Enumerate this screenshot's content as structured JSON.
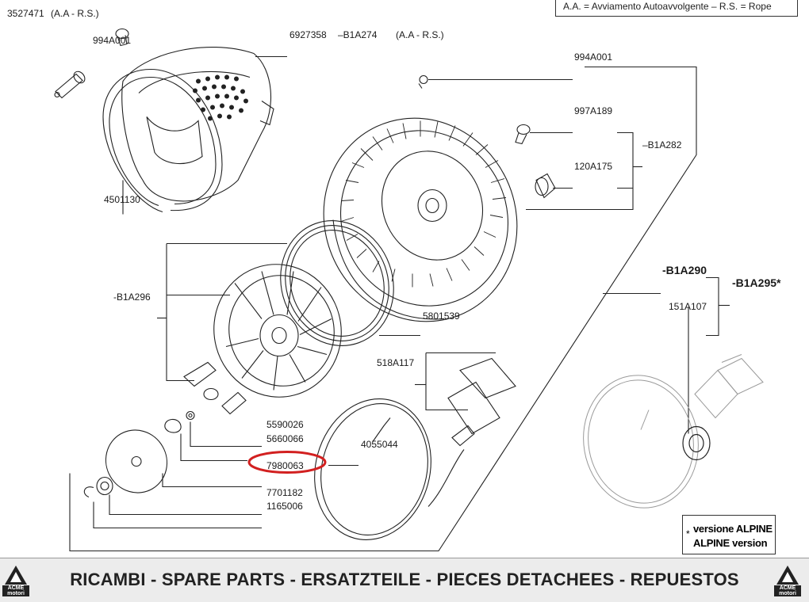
{
  "legend_note": "A.A. = Avviamento Autoavvolgente – R.S. = Rope",
  "part_labels": {
    "p3527471": "3527471",
    "p3527471_note": "(A.A - R.S.)",
    "p994A001_top": "994A001",
    "p6927358": "6927358",
    "pB1A274": "–B1A274",
    "pB1A274_note": "(A.A - R.S.)",
    "p994A001_right": "994A001",
    "p997A189": "997A189",
    "pB1A282": "–B1A282",
    "p120A175": "120A175",
    "p4501130": "4501130",
    "pB1A296": "-B1A296",
    "p5801539": "5801539",
    "p518A117": "518A117",
    "p5590026": "5590026",
    "p5660066": "5660066",
    "p4055044": "4055044",
    "p7980063": "7980063",
    "p7701182": "7701182",
    "p1165006": "1165006",
    "pB1A290": "-B1A290",
    "pB1A295": "-B1A295*",
    "p151A107": "151A107"
  },
  "alpine_note": {
    "asterisk": "*",
    "line1": "versione ALPINE",
    "line2": "ALPINE version"
  },
  "footer": {
    "title": "RICAMBI - SPARE PARTS - ERSATZTEILE - PIECES DETACHEES - REPUESTOS",
    "logo_text": "ACME motori"
  },
  "colors": {
    "line": "#222222",
    "highlight": "#d22020",
    "footer_bg": "#ececec",
    "ghost": "#9a9a9a"
  },
  "icons": [
    "acme-logo-icon"
  ]
}
